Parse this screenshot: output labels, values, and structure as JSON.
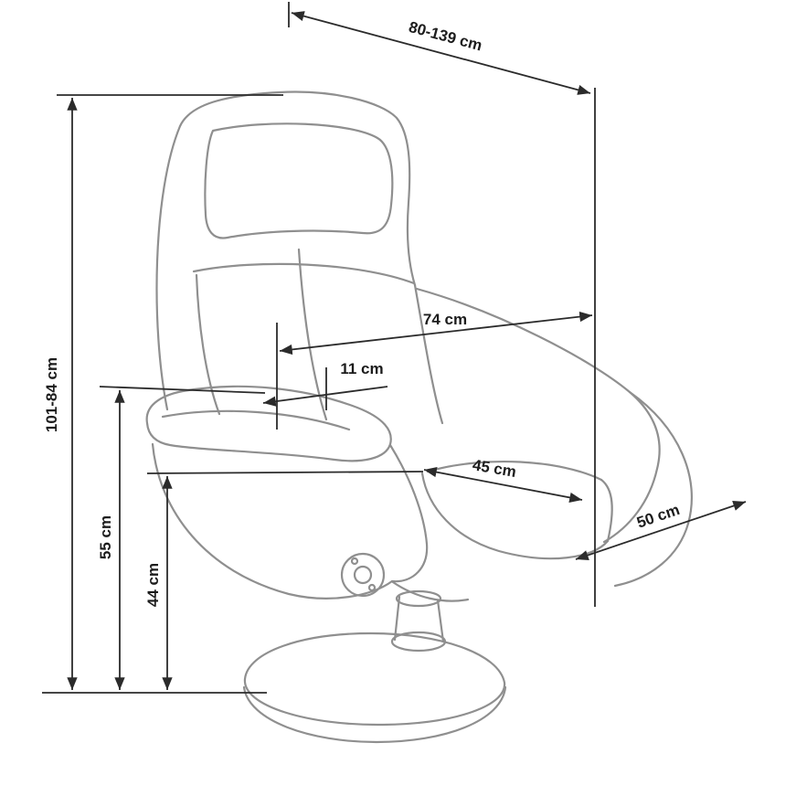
{
  "diagram": {
    "dimensions": {
      "recline_length_range": "80-139 cm",
      "height_range": "101-84 cm",
      "overall_width": "74 cm",
      "armrest_offset": "11 cm",
      "seat_width": "45 cm",
      "seat_depth": "50 cm",
      "armrest_height": "55 cm",
      "seat_height": "44 cm"
    },
    "colors": {
      "dimension_line": "#2b2b2b",
      "chair_outline": "#8f8f8f",
      "label_text": "#1c1c1c",
      "background": "#ffffff"
    }
  }
}
